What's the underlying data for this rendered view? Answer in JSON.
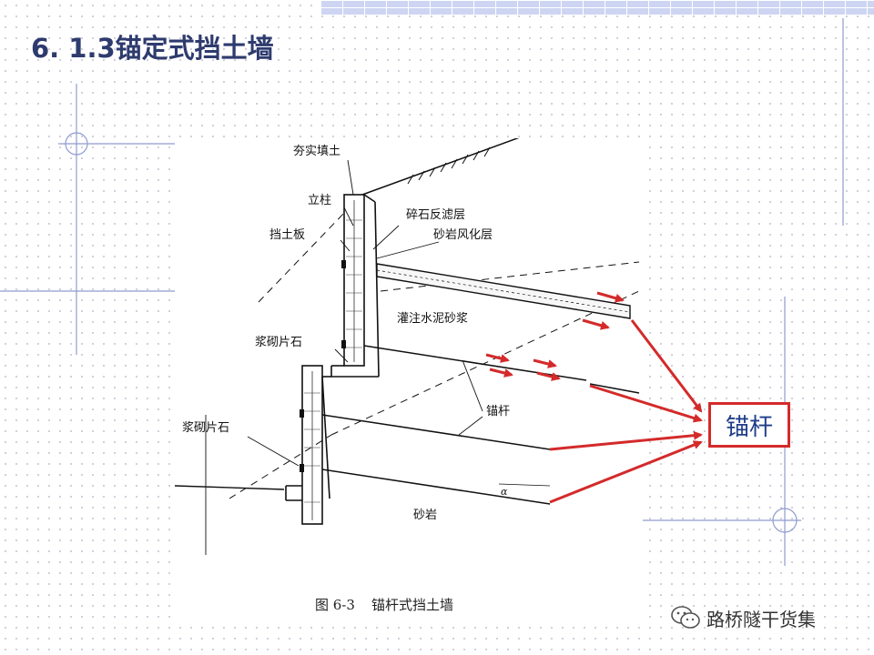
{
  "slide": {
    "title": "6. 1.3锚定式挡土墙"
  },
  "figure": {
    "labels": {
      "compacted_fill": "夯实填土",
      "column": "立柱",
      "retaining_plate": "挡土板",
      "gravel_filter": "碎石反滤层",
      "weathered_sandstone": "砂岩风化层",
      "grout": "灌注水泥砂浆",
      "masonry_upper": "浆砌片石",
      "anchor_rod": "锚杆",
      "masonry_lower": "浆砌片石",
      "sandstone": "砂岩",
      "angle": "α"
    },
    "caption_number": "图 6-3",
    "caption_text": "锚杆式挡土墙"
  },
  "callout": {
    "label": "锚杆",
    "border_color": "#d42a2a",
    "text_color": "#1f3e8a"
  },
  "colors": {
    "title": "#2e3b6e",
    "arrow": "#d42a2a",
    "band": "#cdd5f2"
  },
  "watermark": {
    "text": "路桥隧干货集",
    "icon": "wechat-icon"
  }
}
